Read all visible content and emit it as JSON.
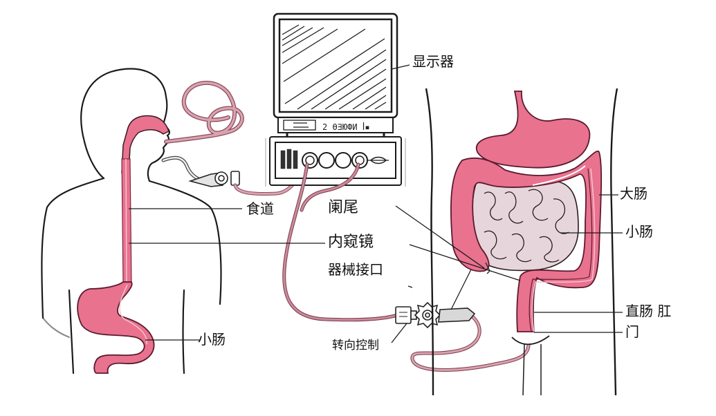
{
  "diagram": {
    "subject": "endoscopy",
    "colors": {
      "organ_pink": "#e9728f",
      "organ_pink_dark": "#d9587a",
      "small_intestine": "#e6d6dc",
      "tube": "#c98b9b",
      "outline": "#1a1a1a",
      "background": "#ffffff"
    },
    "labels": {
      "monitor": "显示器",
      "esophagus": "食道",
      "appendix": "阑尾",
      "endoscope": "内窥镜",
      "instrument_port": "器械接口",
      "steering_control": "转向控制",
      "small_intestine_left": "小肠",
      "large_intestine": "大肠",
      "small_intestine_right": "小肠",
      "rectum_anus_line1": "直肠 肛",
      "rectum_anus_line2": "门"
    }
  }
}
